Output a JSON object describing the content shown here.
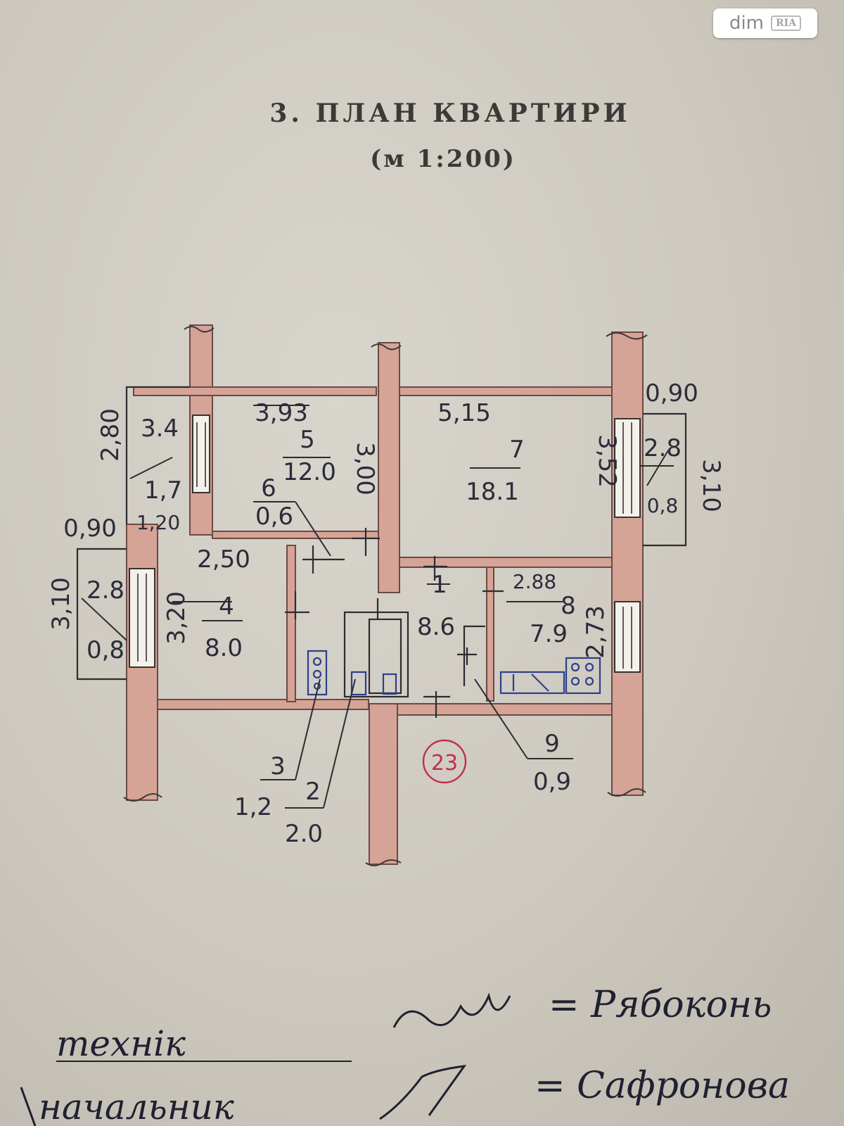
{
  "watermark": {
    "left": "dim",
    "right": "RIA"
  },
  "title": {
    "line1": "3. ПЛАН КВАРТИРИ",
    "line2": "(м 1:200)"
  },
  "rooms": [
    {
      "id": "room-7",
      "number": "7",
      "area": "18.1",
      "width": "5,15",
      "depth": "3,52"
    },
    {
      "id": "room-5",
      "number": "5",
      "area": "12.0",
      "width": "3,93",
      "depth": "3,00"
    },
    {
      "id": "room-4",
      "number": "4",
      "area": "8.0",
      "width": "2,50",
      "depth": "3,20"
    },
    {
      "id": "room-8",
      "number": "8",
      "area": "7.9",
      "width": "2.88",
      "depth": "2,73"
    },
    {
      "id": "room-1",
      "number": "1",
      "area": "8.6"
    },
    {
      "id": "room-6",
      "number": "6",
      "area": "0,6"
    },
    {
      "id": "room-3",
      "number": "3",
      "area": "1,2"
    },
    {
      "id": "room-2",
      "number": "2",
      "area": "2.0"
    },
    {
      "id": "room-9",
      "number": "9",
      "area": "0,9"
    }
  ],
  "balconies": {
    "left_top": {
      "number": "3.4",
      "area": "1,7",
      "depth": "2,80",
      "width": "1,20",
      "offset": "0,90"
    },
    "left_bottom": {
      "number": "2.8",
      "area": "0,8",
      "depth": "3,10",
      "wall": "3,20"
    },
    "right": {
      "number": "2.8",
      "area": "0,8",
      "depth": "3,10",
      "offset": "0,90"
    }
  },
  "stamp": "23",
  "signatures": {
    "technician_label": "технік",
    "technician_name": "= Рябоконь",
    "chief_label": "начальник",
    "chief_name": "= Сафронова"
  }
}
